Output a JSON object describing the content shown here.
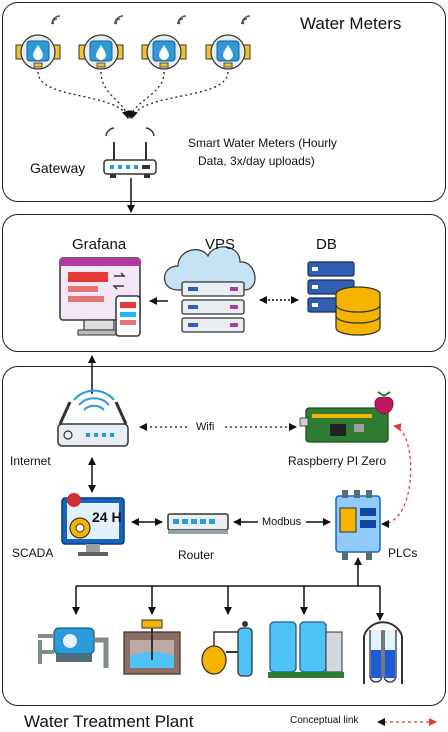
{
  "top_panel": {
    "title": "Water Meters",
    "meter_note_line1": "Smart Water Meters (Hourly",
    "meter_note_line2": "Data, 3x/day uploads)",
    "gateway_label": "Gateway",
    "meter_icons": [
      "water-meter-icon",
      "water-meter-icon",
      "water-meter-icon",
      "water-meter-icon"
    ]
  },
  "middle_panel": {
    "grafana_label": "Grafana",
    "vps_label": "VPS",
    "db_label": "DB"
  },
  "bottom_panel": {
    "title": "Water Treatment Plant",
    "internet_label": "Internet",
    "wifi_label": "Wifi",
    "raspberry_label": "Raspberry PI Zero",
    "scada_label": "SCADA",
    "scada_screen_text": "24 H",
    "router_label": "Router",
    "modbus_label": "Modbus",
    "plcs_label": "PLCs",
    "legend_label": "Conceptual link"
  },
  "colors": {
    "panel_border": "#222222",
    "conceptual_link": "#e53935",
    "meter_blue": "#2b9ad9",
    "meter_yellow": "#f2c230",
    "server_blue": "#2f5fb3",
    "db_yellow": "#f5b400",
    "cloud_blue": "#c6e2f5"
  }
}
